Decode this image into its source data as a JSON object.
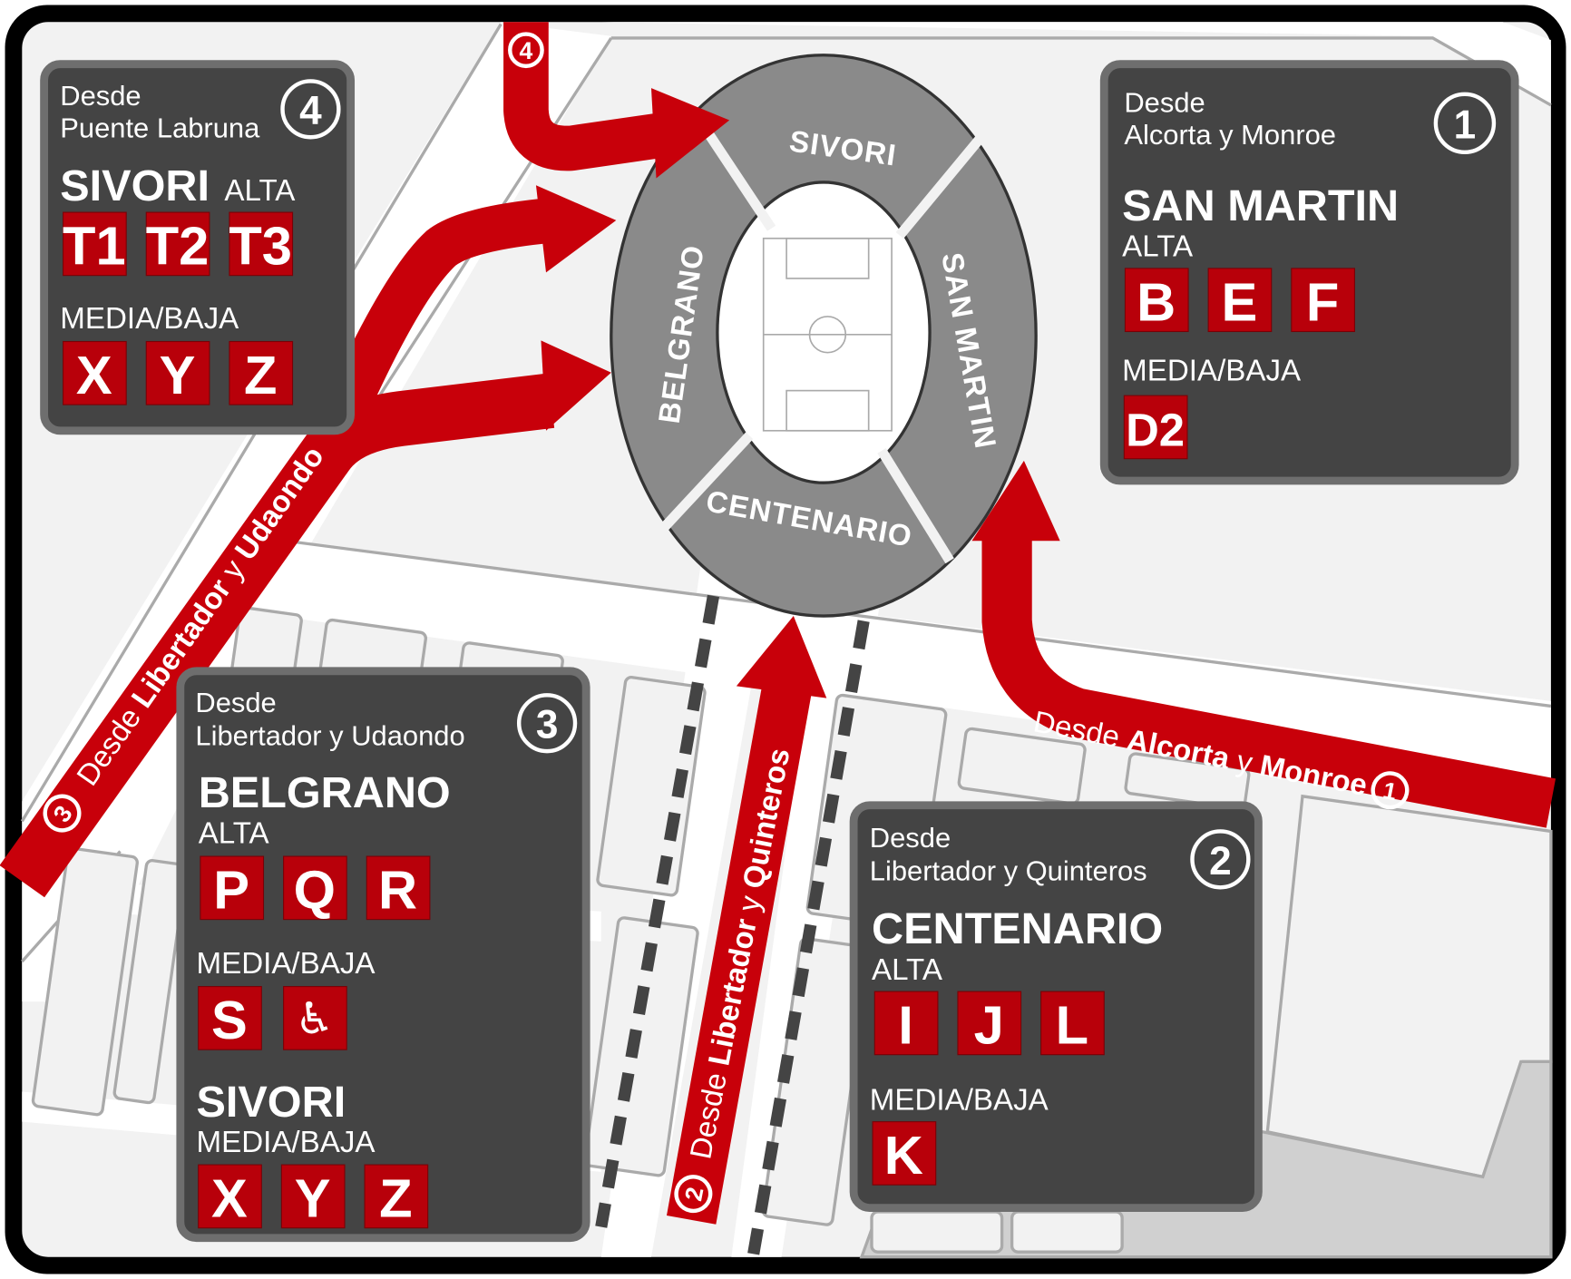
{
  "colors": {
    "route_red": "#c8000a",
    "tile_red": "#b8000a",
    "box_bg": "#444444",
    "stadium": "#8a8a8a"
  },
  "stadium": {
    "sections": [
      "SIVORI",
      "SAN MARTIN",
      "CENTENARIO",
      "BELGRANO"
    ]
  },
  "routes": [
    {
      "number": "1",
      "prefix": "Desde",
      "a": "Alcorta",
      "y": "y",
      "b": "Monroe"
    },
    {
      "number": "2",
      "prefix": "Desde",
      "a": "Libertador",
      "y": "y",
      "b": "Quinteros"
    },
    {
      "number": "3",
      "prefix": "Desde",
      "a": "Libertador",
      "y": "y",
      "b": "Udaondo"
    },
    {
      "number": "4"
    }
  ],
  "boxes": {
    "box1": {
      "from": "Desde",
      "origin": "Alcorta y Monroe",
      "number": "1",
      "stand": "SAN MARTIN",
      "alta": "ALTA",
      "alta_gates": [
        "B",
        "E",
        "F"
      ],
      "media": "MEDIA/BAJA",
      "media_gates": [
        "D2"
      ]
    },
    "box2": {
      "from": "Desde",
      "origin": "Libertador y Quinteros",
      "number": "2",
      "stand": "CENTENARIO",
      "alta": "ALTA",
      "alta_gates": [
        "I",
        "J",
        "L"
      ],
      "media": "MEDIA/BAJA",
      "media_gates": [
        "K"
      ]
    },
    "box3": {
      "from": "Desde",
      "origin": "Libertador y Udaondo",
      "number": "3",
      "stand": "BELGRANO",
      "alta": "ALTA",
      "alta_gates": [
        "P",
        "Q",
        "R"
      ],
      "media": "MEDIA/BAJA",
      "media_gates": [
        "S",
        "wheelchair-icon"
      ],
      "stand2": "SIVORI",
      "media2": "MEDIA/BAJA",
      "media2_gates": [
        "X",
        "Y",
        "Z"
      ]
    },
    "box4": {
      "from": "Desde",
      "origin": "Puente Labruna",
      "number": "4",
      "stand": "SIVORI",
      "alta": "ALTA",
      "alta_gates": [
        "T1",
        "T2",
        "T3"
      ],
      "media": "MEDIA/BAJA",
      "media_gates": [
        "X",
        "Y",
        "Z"
      ]
    }
  }
}
